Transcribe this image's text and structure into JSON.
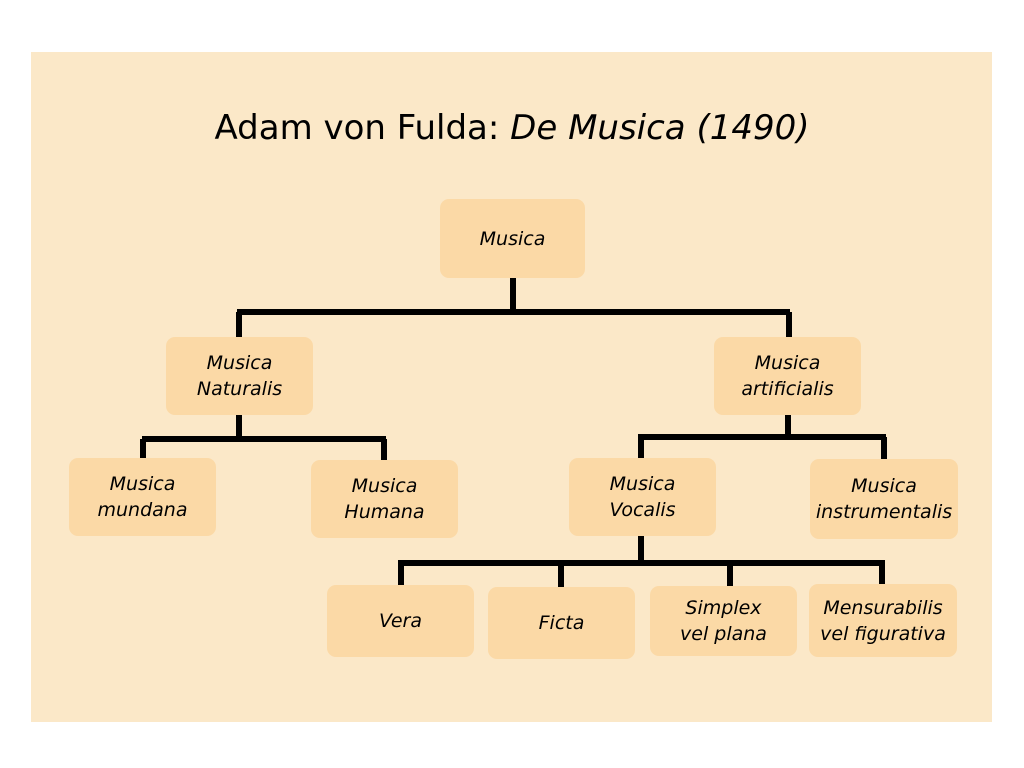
{
  "title": {
    "prefix": "Adam von Fulda: ",
    "italic": "De Musica (1490)"
  },
  "colors": {
    "background": "#fbe8c8",
    "node": "#fbd9a6",
    "line": "#000000"
  },
  "nodes": {
    "musica": "Musica",
    "naturalis": "Musica\nNaturalis",
    "artificialis": "Musica\nartificialis",
    "mundana": "Musica\nmundana",
    "humana": "Musica\nHumana",
    "vocalis": "Musica\nVocalis",
    "instrumentalis": "Musica\ninstrumentalis",
    "vera": "Vera",
    "ficta": "Ficta",
    "simplex": "Simplex\nvel plana",
    "mensurabilis": "Mensurabilis\nvel figurativa"
  }
}
